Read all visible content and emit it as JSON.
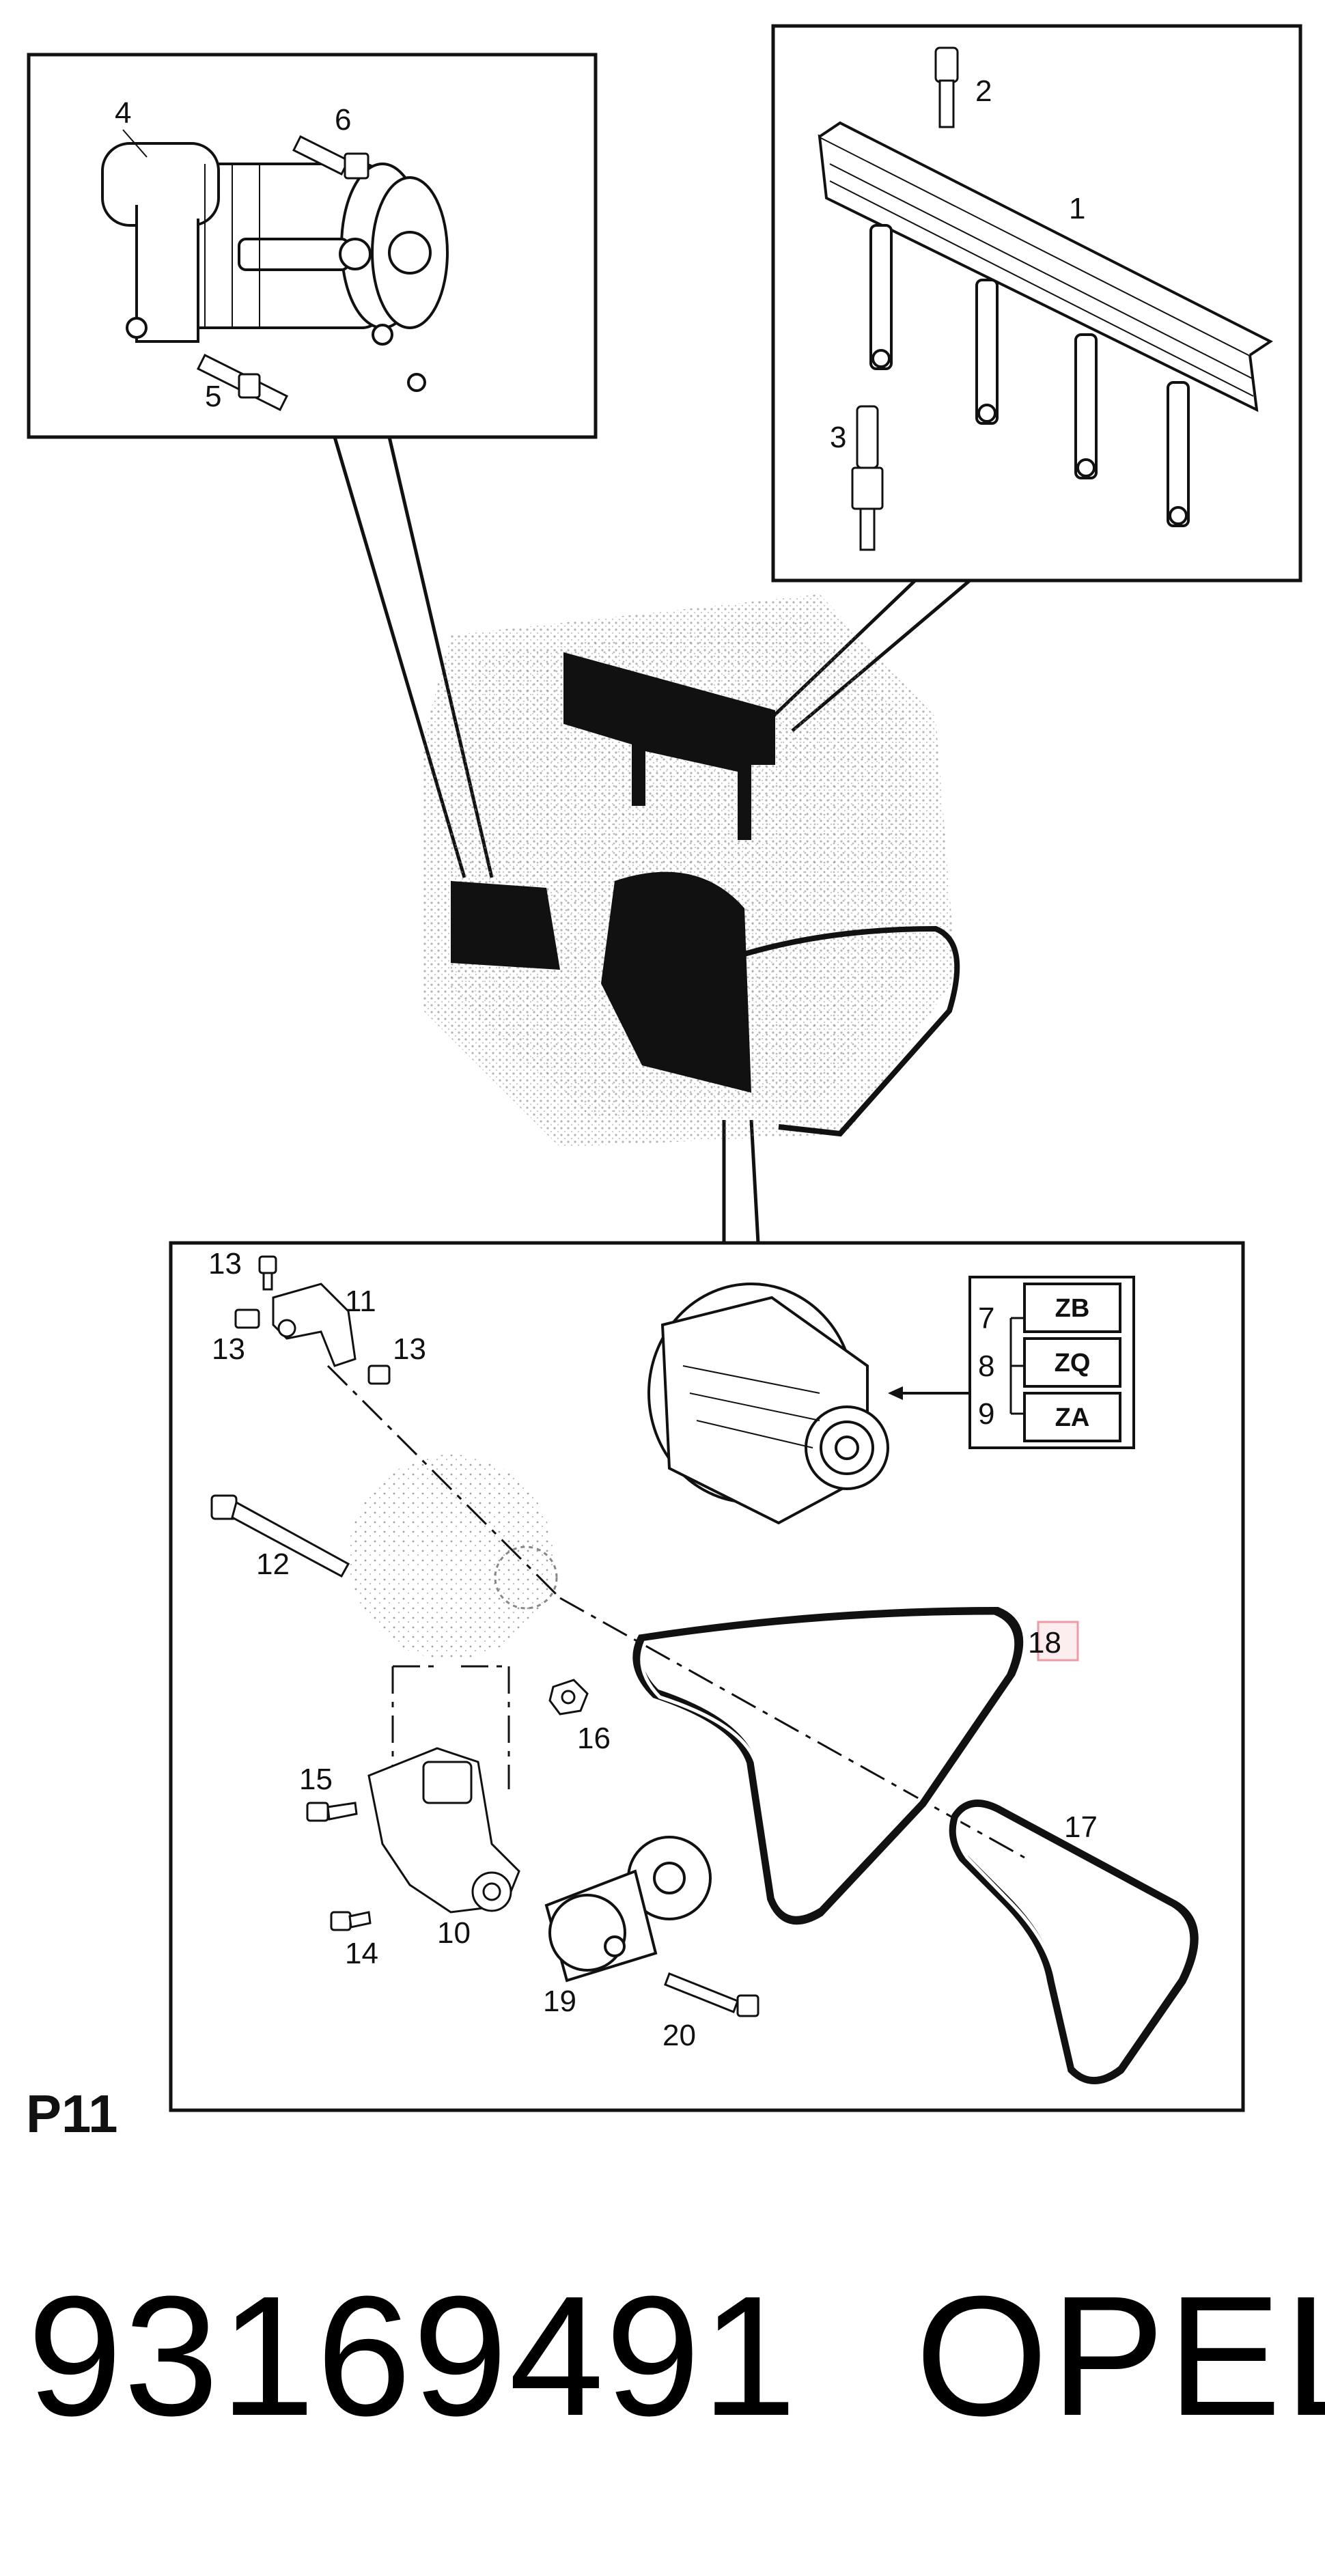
{
  "callouts": {
    "c1": "1",
    "c2": "2",
    "c3": "3",
    "c4": "4",
    "c5": "5",
    "c6": "6",
    "c7": "7",
    "c8": "8",
    "c9": "9",
    "c10": "10",
    "c11": "11",
    "c12": "12",
    "c13a": "13",
    "c13b": "13",
    "c13c": "13",
    "c14": "14",
    "c15": "15",
    "c16": "16",
    "c17": "17",
    "c18": "18",
    "c19": "19",
    "c20": "20"
  },
  "variant_codes": [
    "ZB",
    "ZQ",
    "ZA"
  ],
  "page_label": "P11",
  "part_number": "93169491",
  "brand": "OPEL",
  "colors": {
    "line": "#111111",
    "highlight": "#e05a6a",
    "highlight_fill": "#fbe3e6"
  }
}
